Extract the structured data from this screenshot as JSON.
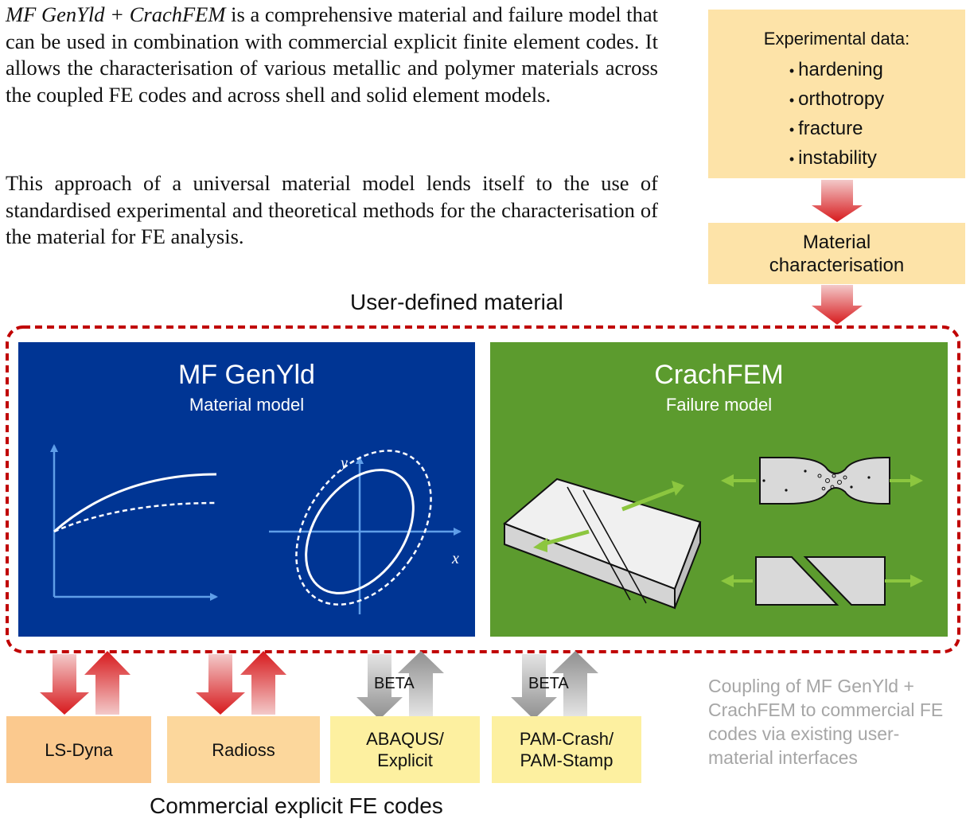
{
  "intro": {
    "p1_model": "MF GenYld + CrachFEM",
    "p1_text": " is a comprehensive material and failure model that can be used in combination with commercial explicit finite element codes. It allows the characterisation of various metallic and polymer materials across the coupled FE codes and across shell and solid element models.",
    "p2_text": "This approach of a universal material model lends itself to the use of standardised experimental and theoretical methods for the characterisation of the material for FE analysis."
  },
  "experimental": {
    "title": "Experimental data:",
    "items": [
      "hardening",
      "orthotropy",
      "fracture",
      "instability"
    ]
  },
  "characterisation": {
    "line1": "Material",
    "line2": "characterisation"
  },
  "user_defined_label": "User-defined material",
  "genyld": {
    "title": "MF GenYld",
    "subtitle": "Material model",
    "axis_x": "x",
    "axis_y": "y"
  },
  "crachfem": {
    "title": "CrachFEM",
    "subtitle": "Failure model"
  },
  "codes": [
    {
      "line1": "LS-Dyna",
      "line2": ""
    },
    {
      "line1": "Radioss",
      "line2": ""
    },
    {
      "line1": "ABAQUS/",
      "line2": "Explicit"
    },
    {
      "line1": "PAM-Crash/",
      "line2": "PAM-Stamp"
    }
  ],
  "beta_label": "BETA",
  "caption": "Coupling of MF GenYld + CrachFEM to commercial FE codes via existing user-material interfaces",
  "bottom_label": "Commercial explicit FE codes",
  "colors": {
    "panel_blue": "#003594",
    "panel_green": "#5c9b2e",
    "box_orange": "#fde3a8",
    "arrow_red": "#d7191c",
    "border_red": "#c00000",
    "arrow_gray": "#9e9e9e",
    "caption_gray": "#a6a6a6"
  }
}
